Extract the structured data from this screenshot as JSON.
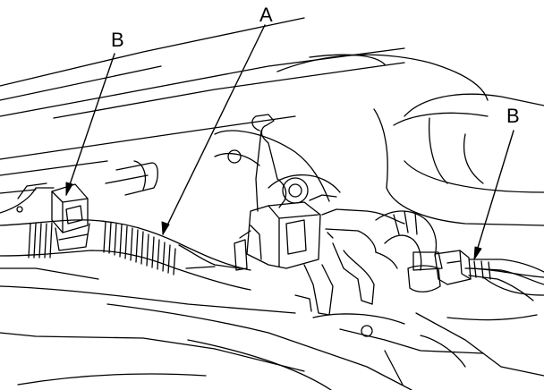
{
  "callouts": {
    "a": "A",
    "b_left": "B",
    "b_right": "B"
  },
  "colors": {
    "line": "#000000",
    "background": "#ffffff"
  }
}
